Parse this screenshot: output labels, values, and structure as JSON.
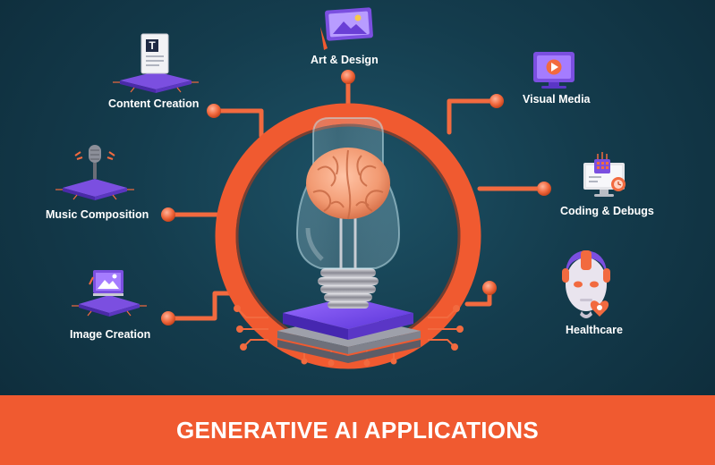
{
  "banner": {
    "title": "GENERATIVE AI APPLICATIONS"
  },
  "applications": [
    {
      "id": "art",
      "label": "Art & Design"
    },
    {
      "id": "content",
      "label": "Content Creation"
    },
    {
      "id": "visual",
      "label": "Visual Media"
    },
    {
      "id": "music",
      "label": "Music Composition"
    },
    {
      "id": "coding",
      "label": "Coding & Debugs"
    },
    {
      "id": "image",
      "label": "Image Creation"
    },
    {
      "id": "health",
      "label": "Healthcare"
    }
  ],
  "colors": {
    "background": "#143c4d",
    "accent": "#f05a30",
    "purple": "#7b4fe0",
    "brain": "#f4a07a"
  }
}
